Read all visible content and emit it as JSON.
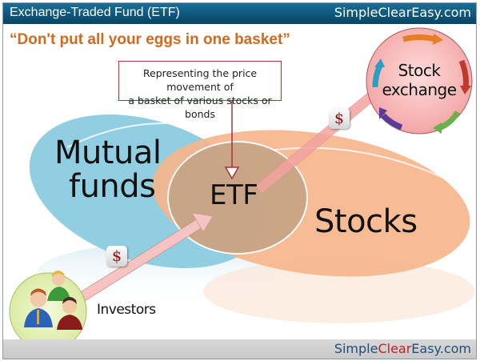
{
  "header": {
    "title": "Exchange-Traded Fund (ETF)",
    "brand": "SimpleClearEasy.com"
  },
  "quote": "“Don't put all your eggs in one basket”",
  "callout": {
    "line1": "Representing the price movement of",
    "line2": "a basket of various stocks or bonds"
  },
  "diagram": {
    "mutual_funds": {
      "line1": "Mutual",
      "line2": "funds",
      "color": "#7ec3dc"
    },
    "etf": {
      "label": "ETF",
      "color": "#c9a98a"
    },
    "stocks": {
      "label": "Stocks",
      "color": "#f6b98e"
    },
    "stock_exchange": {
      "line1": "Stock",
      "line2": "exchange",
      "color": "#f8b9b9"
    },
    "investors": {
      "label": "Investors",
      "color": "#e3f0b6"
    },
    "dollar_symbol": "$",
    "cycle_arrow_colors": [
      "#e67e22",
      "#c0392b",
      "#6ab04c",
      "#5b3a9a",
      "#2a9fc0"
    ]
  },
  "footer": {
    "brand_parts": [
      {
        "text": "Simple",
        "color": "#1f4e79"
      },
      {
        "text": "Clear",
        "color": "#c0202a"
      },
      {
        "text": "Easy.com",
        "color": "#1f4e79"
      }
    ]
  }
}
